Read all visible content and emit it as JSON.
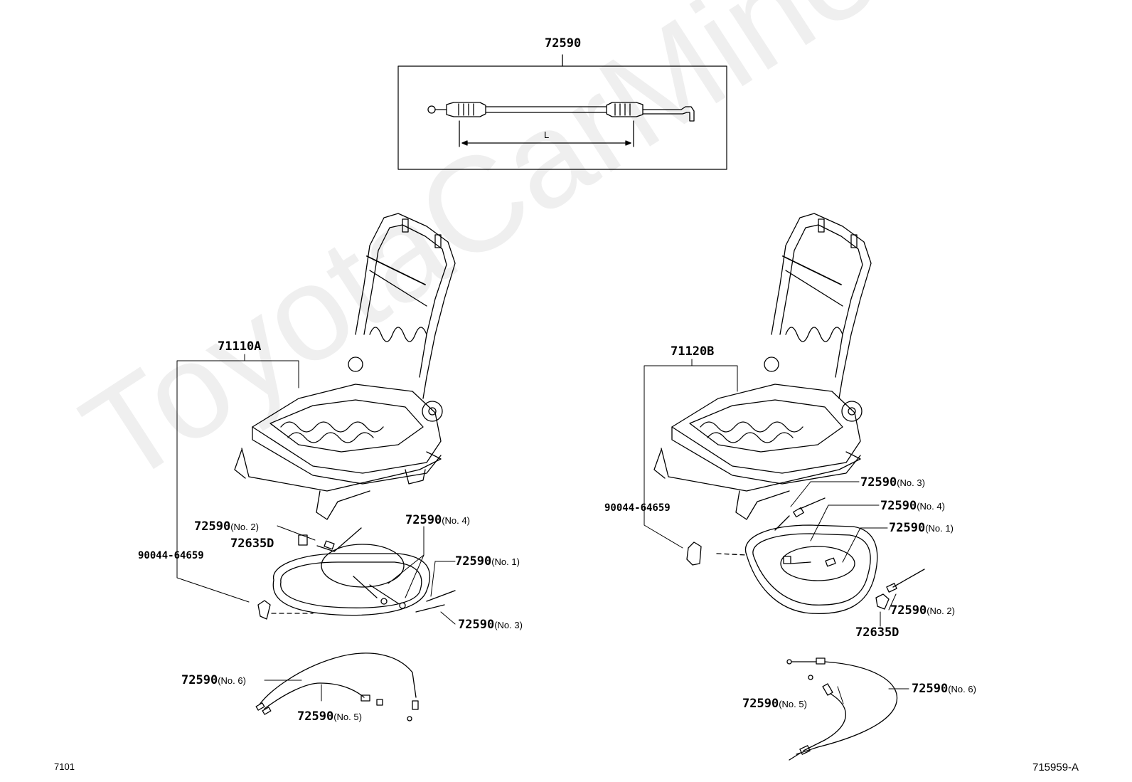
{
  "watermark": "ToyotaCarMine.ru",
  "top_box": {
    "part": "72590",
    "dimension_label": "L"
  },
  "left_assembly": {
    "seat_part": "71110A",
    "bolt": "90044-64659",
    "clip": "72635D",
    "cables": [
      {
        "part": "72590",
        "no": "(No. 2)"
      },
      {
        "part": "72590",
        "no": "(No. 4)"
      },
      {
        "part": "72590",
        "no": "(No. 1)"
      },
      {
        "part": "72590",
        "no": "(No. 3)"
      },
      {
        "part": "72590",
        "no": "(No. 6)"
      },
      {
        "part": "72590",
        "no": "(No. 5)"
      }
    ]
  },
  "right_assembly": {
    "seat_part": "71120B",
    "bolt": "90044-64659",
    "clip": "72635D",
    "cables": [
      {
        "part": "72590",
        "no": "(No. 3)"
      },
      {
        "part": "72590",
        "no": "(No. 4)"
      },
      {
        "part": "72590",
        "no": "(No. 1)"
      },
      {
        "part": "72590",
        "no": "(No. 2)"
      },
      {
        "part": "72590",
        "no": "(No. 6)"
      },
      {
        "part": "72590",
        "no": "(No. 5)"
      }
    ]
  },
  "footer": {
    "page_code": "7101",
    "figure_code": "715959-A"
  }
}
